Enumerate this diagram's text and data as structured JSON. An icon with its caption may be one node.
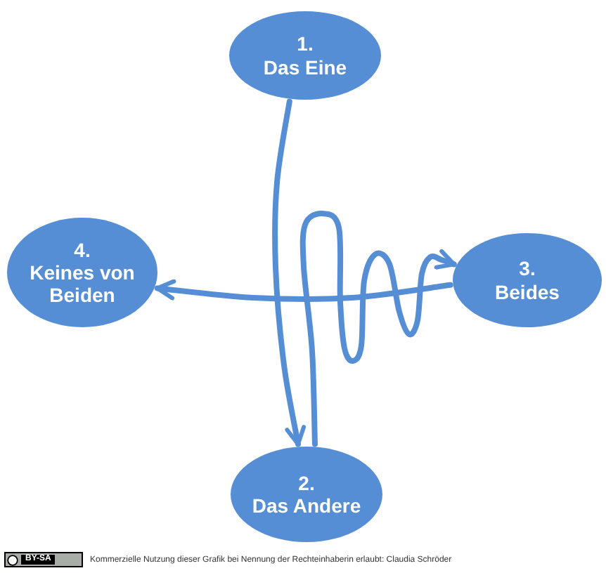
{
  "diagram": {
    "nodes": [
      {
        "text": [
          "1.",
          "Das Eine"
        ]
      },
      {
        "text": [
          "2.",
          "Das Andere"
        ]
      },
      {
        "text": [
          "3.",
          "Beides"
        ]
      },
      {
        "text": [
          "4.",
          "Keines von Beiden"
        ]
      }
    ],
    "edges": [
      {
        "from": 0,
        "to": 1,
        "arrow": "to"
      },
      {
        "from": 1,
        "to": 2,
        "arrow": "to"
      },
      {
        "from": 2,
        "to": 3,
        "arrow": "to"
      }
    ],
    "labels": [
      "BY-SA",
      "Kommerzielle Nutzung dieser Grafik bei Nennung der Rechteinhaberin erlaubt: Claudia Schröder"
    ]
  }
}
